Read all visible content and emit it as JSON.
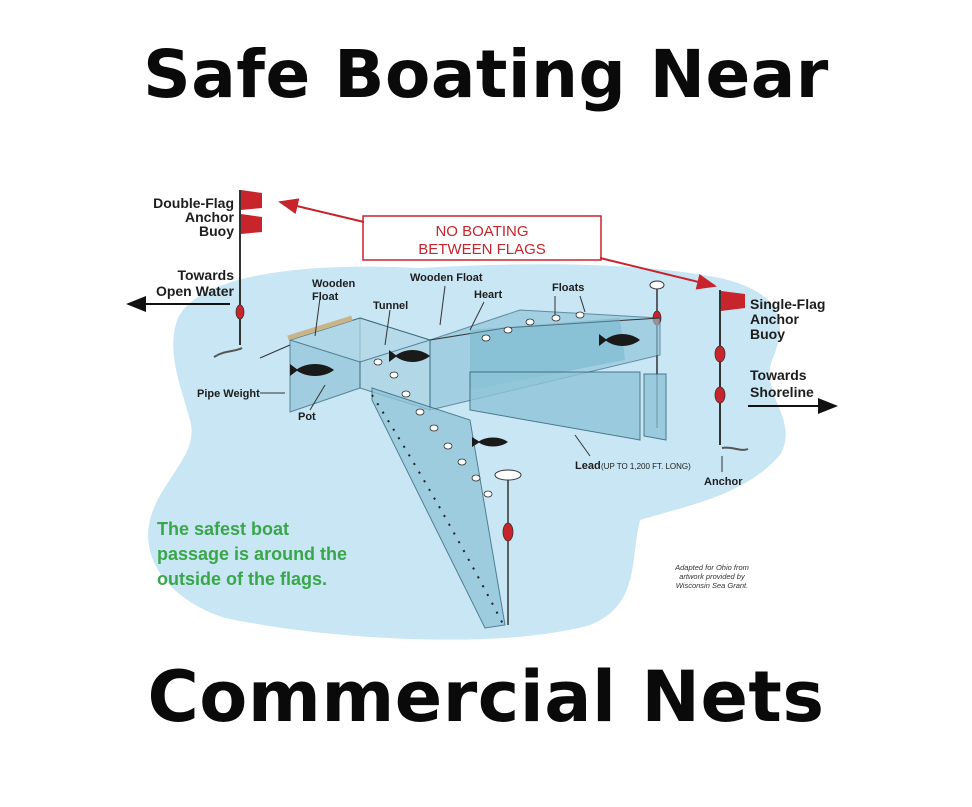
{
  "title_top": "Safe Boating Near",
  "title_bottom": "Commercial Nets",
  "diagram": {
    "no_boating": [
      "NO BOATING",
      "BETWEEN FLAGS"
    ],
    "double_flag": [
      "Double-Flag",
      "Anchor",
      "Buoy"
    ],
    "towards_open_water": [
      "Towards",
      "Open Water"
    ],
    "single_flag": [
      "Single-Flag",
      "Anchor",
      "Buoy"
    ],
    "towards_shoreline": [
      "Towards",
      "Shoreline"
    ],
    "wooden_float_left": [
      "Wooden",
      "Float"
    ],
    "wooden_float_mid": "Wooden Float",
    "tunnel": "Tunnel",
    "heart": "Heart",
    "floats": "Floats",
    "pipe_weight": "Pipe Weight",
    "pot": "Pot",
    "lead": "Lead",
    "lead_note": "(UP TO 1,200 FT. LONG)",
    "anchor": "Anchor",
    "safe_passage": [
      "The safest boat",
      "passage is around the",
      "outside of the flags."
    ],
    "credit": [
      "Adapted for Ohio from",
      "artwork provided by",
      "Wisconsin Sea Grant."
    ]
  },
  "colors": {
    "water": "#c9e6f5",
    "net": "#8fc4d8",
    "flag": "#c8242c",
    "text_green": "#3aa64a",
    "text_red": "#c8242c"
  }
}
